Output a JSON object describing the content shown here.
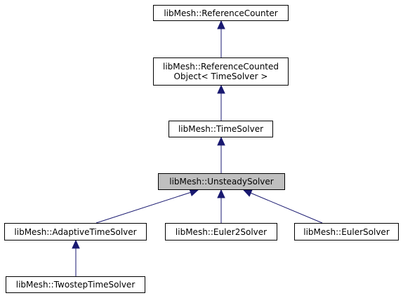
{
  "colors": {
    "edge": "#191970",
    "node_border": "#000000",
    "node_fill": "#ffffff",
    "current_fill": "#bfbfbf"
  },
  "diagram": {
    "nodes": {
      "reference_counter": {
        "label": "libMesh::ReferenceCounter"
      },
      "reference_counted_object": {
        "line1": "libMesh::ReferenceCounted",
        "line2": "Object< TimeSolver >"
      },
      "time_solver": {
        "label": "libMesh::TimeSolver"
      },
      "unsteady_solver": {
        "label": "libMesh::UnsteadySolver"
      },
      "adaptive_time_solver": {
        "label": "libMesh::AdaptiveTimeSolver"
      },
      "euler2_solver": {
        "label": "libMesh::Euler2Solver"
      },
      "euler_solver": {
        "label": "libMesh::EulerSolver"
      },
      "twostep_time_solver": {
        "label": "libMesh::TwostepTimeSolver"
      }
    }
  }
}
